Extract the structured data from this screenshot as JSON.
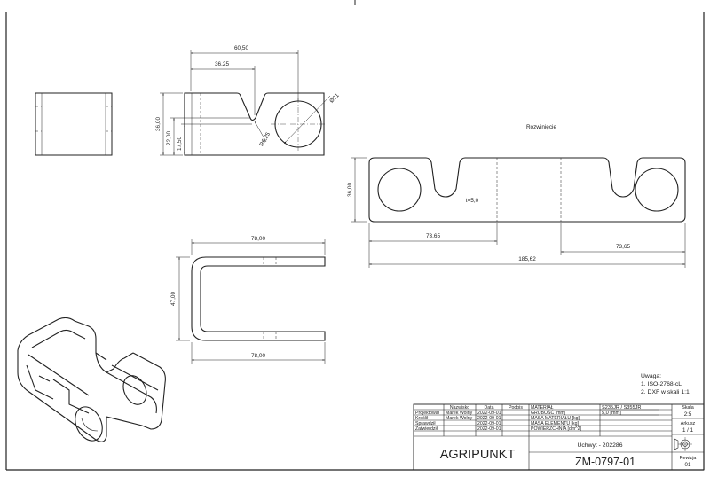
{
  "drawing": {
    "section_label": "Rozwinięcie",
    "thickness_label": "t=5,0",
    "dimensions": {
      "side_total_width": "60,50",
      "side_inner_width": "36,25",
      "side_height": "36,00",
      "side_h22": "22,00",
      "side_h17": "17,50",
      "side_radius": "R6,25",
      "side_hole": "Ø21",
      "flat_height": "36,00",
      "flat_left": "73,65",
      "flat_right": "73,65",
      "flat_total": "185,62",
      "top_width": "78,00",
      "bottom_width": "78,00",
      "u_height": "47,00"
    },
    "notes": {
      "title": "Uwaga:",
      "items": [
        "1. ISO-2768-cL",
        "2. DXF w skali 1:1"
      ]
    }
  },
  "title_block": {
    "headers": [
      "Nazwisko",
      "Data",
      "Podpis"
    ],
    "rows": [
      {
        "role": "Projektował",
        "name": "Marek Wolny",
        "date": "2022-09-01"
      },
      {
        "role": "Kreślił",
        "name": "Marek Wolny",
        "date": "2022-09-01"
      },
      {
        "role": "Sprawdził",
        "name": "",
        "date": "2022-09-01"
      },
      {
        "role": "Zatwierdził",
        "name": "",
        "date": "2022-09-01"
      }
    ],
    "props": [
      {
        "label": "MATERIAŁ",
        "value": "S235JR / S355JR"
      },
      {
        "label": "GRUBOŚĆ [mm]",
        "value": "5,0 [mm]"
      },
      {
        "label": "MASA MATERIAŁU [kg]",
        "value": ""
      },
      {
        "label": "MASA ELEMENTU [kg]",
        "value": ""
      },
      {
        "label": "POWIERZCHNIA [dm^2]",
        "value": ""
      }
    ],
    "scale_label": "Skala",
    "scale": "2:5",
    "sheet_label": "Arkusz",
    "sheet": "1 / 1",
    "revision_label": "Rewizja",
    "revision": "01",
    "company": "AGRIPUNKT",
    "part_name": "Uchwyt - 202286",
    "drawing_number": "ZM-0797-01"
  }
}
